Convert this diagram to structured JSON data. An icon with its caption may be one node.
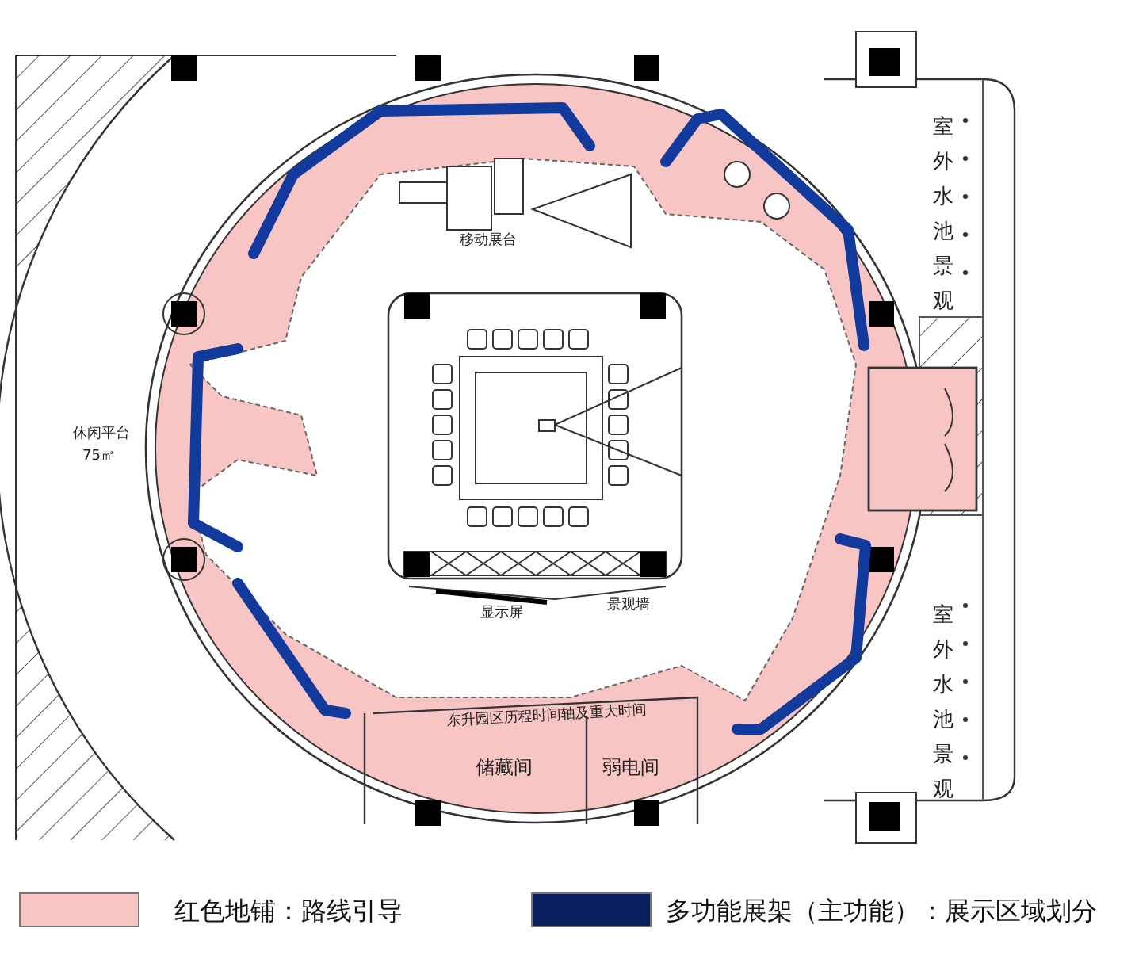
{
  "diagram": {
    "labels": [
      "休闲平台",
      "75㎡",
      "移动展台",
      "显示屏",
      "景观墙",
      "东升园区历程时间轴及重大时间",
      "储藏间",
      "弱电间",
      "室外水池景观",
      "室外水池景观"
    ],
    "legend": [
      {
        "text": "红色地铺：路线引导",
        "color": "#f7c6c4"
      },
      {
        "text": "多功能展架（主功能）：展示区域划分",
        "color": "#0b1f5e"
      }
    ]
  }
}
